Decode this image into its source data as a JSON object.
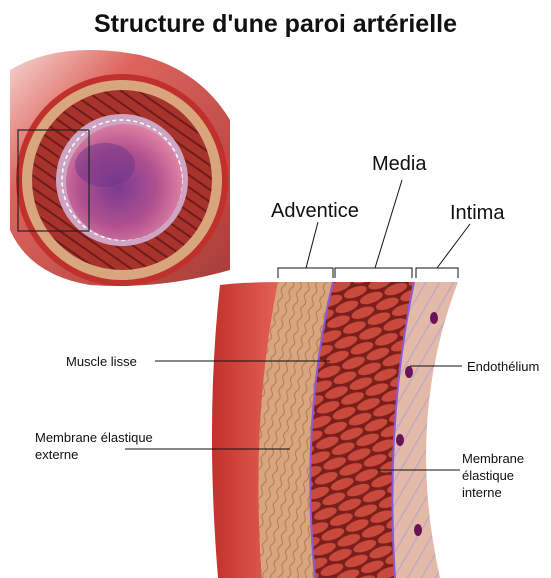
{
  "title": "Structure d'une paroi artérielle",
  "layers": {
    "adventice": "Adventice",
    "media": "Media",
    "intima": "Intima"
  },
  "labels": {
    "muscle_lisse": "Muscle lisse",
    "membrane_externe_1": "Membrane élastique",
    "membrane_externe_2": "externe",
    "endothelium": "Endothélium",
    "membrane_interne_1": "Membrane",
    "membrane_interne_2": "élastique",
    "membrane_interne_3": "interne"
  },
  "colors": {
    "muscle": "#a8322c",
    "adventice": "#d7a279",
    "lumen": "#b0508f",
    "elastic": "#8a5ad8",
    "outer_vessel": "#c0302c"
  }
}
